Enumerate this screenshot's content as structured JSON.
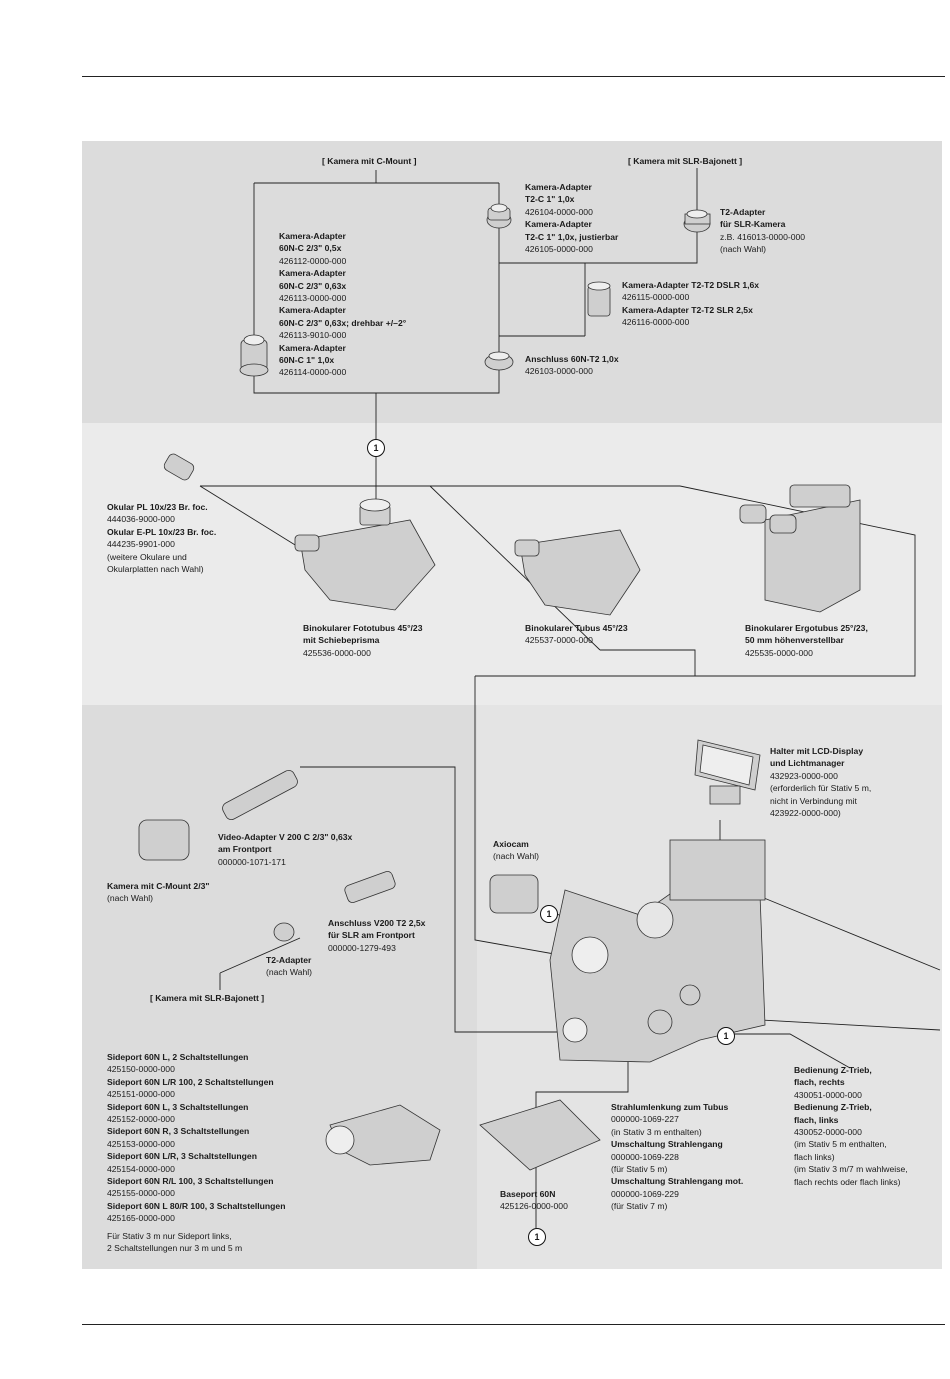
{
  "brackets": {
    "c_mount_top": "[ Kamera mit C-Mount ]",
    "slr_top": "[ Kamera mit SLR-Bajonett ]",
    "slr_bottom": "[ Kamera mit SLR-Bajonett ]"
  },
  "callouts": {
    "ref": "1"
  },
  "top_section": {
    "t2c": [
      {
        "t": "Kamera-Adapter",
        "b": true
      },
      {
        "t": "T2-C 1\" 1,0x",
        "b": true
      },
      {
        "t": "426104-0000-000",
        "b": false
      },
      {
        "t": "Kamera-Adapter",
        "b": true
      },
      {
        "t": "T2-C 1\" 1,0x, justierbar",
        "b": true
      },
      {
        "t": "426105-0000-000",
        "b": false
      }
    ],
    "t2_adapter_slr": [
      {
        "t": "T2-Adapter",
        "b": true
      },
      {
        "t": "für SLR-Kamera",
        "b": true
      },
      {
        "t": "z.B. 416013-0000-000",
        "b": false
      },
      {
        "t": "(nach Wahl)",
        "b": false
      }
    ],
    "adapters_60n": [
      {
        "t": "Kamera-Adapter",
        "b": true
      },
      {
        "t": "60N-C 2/3\" 0,5x",
        "b": true
      },
      {
        "t": "426112-0000-000",
        "b": false
      },
      {
        "t": "Kamera-Adapter",
        "b": true
      },
      {
        "t": "60N-C 2/3\" 0,63x",
        "b": true
      },
      {
        "t": "426113-0000-000",
        "b": false
      },
      {
        "t": "Kamera-Adapter",
        "b": true
      },
      {
        "t": "60N-C 2/3\" 0,63x; drehbar +/–2°",
        "b": true
      },
      {
        "t": "426113-9010-000",
        "b": false
      },
      {
        "t": "Kamera-Adapter",
        "b": true
      },
      {
        "t": "60N-C 1\" 1,0x",
        "b": true
      },
      {
        "t": "426114-0000-000",
        "b": false
      }
    ],
    "t2t2": [
      {
        "t": "Kamera-Adapter T2-T2 DSLR 1,6x",
        "b": true
      },
      {
        "t": "426115-0000-000",
        "b": false
      },
      {
        "t": "Kamera-Adapter T2-T2 SLR 2,5x",
        "b": true
      },
      {
        "t": "426116-0000-000",
        "b": false
      }
    ],
    "anschluss_60n_t2": [
      {
        "t": "Anschluss 60N-T2 1,0x",
        "b": true
      },
      {
        "t": "426103-0000-000",
        "b": false
      }
    ]
  },
  "middle_section": {
    "oculars": [
      {
        "t": "Okular PL 10x/23 Br. foc.",
        "b": true
      },
      {
        "t": "444036-9000-000",
        "b": false
      },
      {
        "t": "Okular E-PL 10x/23 Br. foc.",
        "b": true
      },
      {
        "t": "444235-9901-000",
        "b": false
      },
      {
        "t": "(weitere Okulare und",
        "b": false
      },
      {
        "t": "Okularplatten nach Wahl)",
        "b": false
      }
    ],
    "fototubus": [
      {
        "t": "Binokularer Fototubus 45°/23",
        "b": true
      },
      {
        "t": "mit Schiebeprisma",
        "b": true
      },
      {
        "t": "425536-0000-000",
        "b": false
      }
    ],
    "tubus": [
      {
        "t": "Binokularer Tubus 45°/23",
        "b": true
      },
      {
        "t": "425537-0000-000",
        "b": false
      }
    ],
    "ergotubus": [
      {
        "t": "Binokularer Ergotubus 25°/23,",
        "b": true
      },
      {
        "t": "50 mm höhenverstellbar",
        "b": true
      },
      {
        "t": "425535-0000-000",
        "b": false
      }
    ]
  },
  "bottom_section": {
    "halter": [
      {
        "t": "Halter mit LCD-Display",
        "b": true
      },
      {
        "t": "und Lichtmanager",
        "b": true
      },
      {
        "t": "432923-0000-000",
        "b": false
      },
      {
        "t": "(erforderlich für Stativ 5 m,",
        "b": false
      },
      {
        "t": "nicht in Verbindung mit",
        "b": false
      },
      {
        "t": "423922-0000-000)",
        "b": false
      }
    ],
    "video_adapter": [
      {
        "t": "Video-Adapter V 200 C 2/3\" 0,63x",
        "b": true
      },
      {
        "t": "am Frontport",
        "b": true
      },
      {
        "t": "000000-1071-171",
        "b": false
      }
    ],
    "kamera_cmount": [
      {
        "t": "Kamera mit C-Mount 2/3\"",
        "b": true
      },
      {
        "t": "(nach Wahl)",
        "b": false
      }
    ],
    "axiocam": [
      {
        "t": "Axiocam",
        "b": true
      },
      {
        "t": "(nach Wahl)",
        "b": false
      }
    ],
    "anschluss_v200": [
      {
        "t": "Anschluss V200 T2 2,5x",
        "b": true
      },
      {
        "t": "für SLR am Frontport",
        "b": true
      },
      {
        "t": "000000-1279-493",
        "b": false
      }
    ],
    "t2_adapter": [
      {
        "t": "T2-Adapter",
        "b": true
      },
      {
        "t": "(nach Wahl)",
        "b": false
      }
    ],
    "sideports": [
      {
        "t": "Sideport 60N L, 2 Schaltstellungen",
        "b": true
      },
      {
        "t": "425150-0000-000",
        "b": false
      },
      {
        "t": "Sideport 60N L/R 100, 2 Schaltstellungen",
        "b": true
      },
      {
        "t": "425151-0000-000",
        "b": false
      },
      {
        "t": "Sideport 60N L, 3 Schaltstellungen",
        "b": true
      },
      {
        "t": "425152-0000-000",
        "b": false
      },
      {
        "t": "Sideport 60N R, 3 Schaltstellungen",
        "b": true
      },
      {
        "t": "425153-0000-000",
        "b": false
      },
      {
        "t": "Sideport 60N L/R, 3 Schaltstellungen",
        "b": true
      },
      {
        "t": "425154-0000-000",
        "b": false
      },
      {
        "t": "Sideport 60N R/L 100, 3 Schaltstellungen",
        "b": true
      },
      {
        "t": "425155-0000-000",
        "b": false
      },
      {
        "t": "Sideport 60N L 80/R 100, 3 Schaltstellungen",
        "b": true
      },
      {
        "t": "425165-0000-000",
        "b": false
      }
    ],
    "sideport_note": [
      {
        "t": "Für Stativ 3 m nur Sideport links,",
        "b": false
      },
      {
        "t": "2 Schaltstellungen nur 3 m und 5 m",
        "b": false
      }
    ],
    "strahlumlenkung": [
      {
        "t": "Strahlumlenkung zum Tubus",
        "b": true
      },
      {
        "t": "000000-1069-227",
        "b": false
      },
      {
        "t": "(in Stativ 3 m enthalten)",
        "b": false
      },
      {
        "t": " ",
        "b": false
      },
      {
        "t": "Umschaltung Strahlengang",
        "b": true
      },
      {
        "t": "000000-1069-228",
        "b": false
      },
      {
        "t": "(für Stativ 5 m)",
        "b": false
      },
      {
        "t": "Umschaltung Strahlengang mot.",
        "b": true
      },
      {
        "t": "000000-1069-229",
        "b": false
      },
      {
        "t": "(für Stativ 7 m)",
        "b": false
      }
    ],
    "baseport": [
      {
        "t": "Baseport 60N",
        "b": true
      },
      {
        "t": "425126-0000-000",
        "b": false
      }
    ],
    "ztrieb": [
      {
        "t": "Bedienung Z-Trieb,",
        "b": true
      },
      {
        "t": "flach, rechts",
        "b": true
      },
      {
        "t": "430051-0000-000",
        "b": false
      },
      {
        "t": "Bedienung Z-Trieb,",
        "b": true
      },
      {
        "t": "flach, links",
        "b": true
      },
      {
        "t": "430052-0000-000",
        "b": false
      },
      {
        "t": "(im Stativ 5 m enthalten,",
        "b": false
      },
      {
        "t": "flach links)",
        "b": false
      },
      {
        "t": "(im Stativ 3 m/7 m wahlweise,",
        "b": false
      },
      {
        "t": "flach rechts oder flach links)",
        "b": false
      }
    ]
  }
}
